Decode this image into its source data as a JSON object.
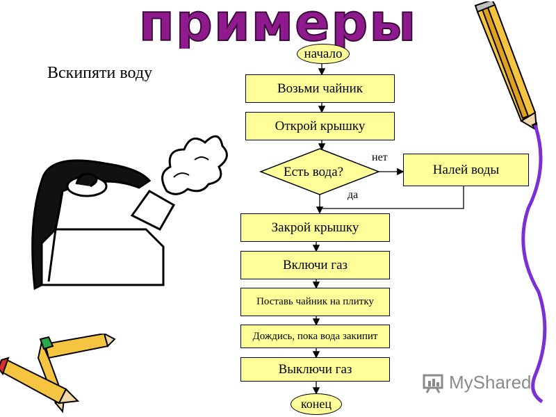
{
  "title": "примеры",
  "subtitle": "Вскипяти воду",
  "flowchart": {
    "start": "начало",
    "steps": [
      "Возьми чайник",
      "Открой крышку"
    ],
    "decision": "Есть вода?",
    "branch_no_label": "нет",
    "branch_yes_label": "да",
    "no_action": "Налей воды",
    "after": [
      "Закрой крышку",
      "Включи газ",
      "Поставь чайник на плитку",
      "Дождись, пока вода закипит",
      "Выключи газ"
    ],
    "end": "конец"
  },
  "watermark": "MyShared",
  "colors": {
    "box_fill": "#ffff99",
    "title": "#8e1a8e",
    "pencil_body": "#f5c542",
    "squiggle": "#7b2fd6"
  },
  "icons": [
    "teapot-icon",
    "pencil-icon",
    "crossed-pencils-icon",
    "myshared-logo-icon"
  ]
}
